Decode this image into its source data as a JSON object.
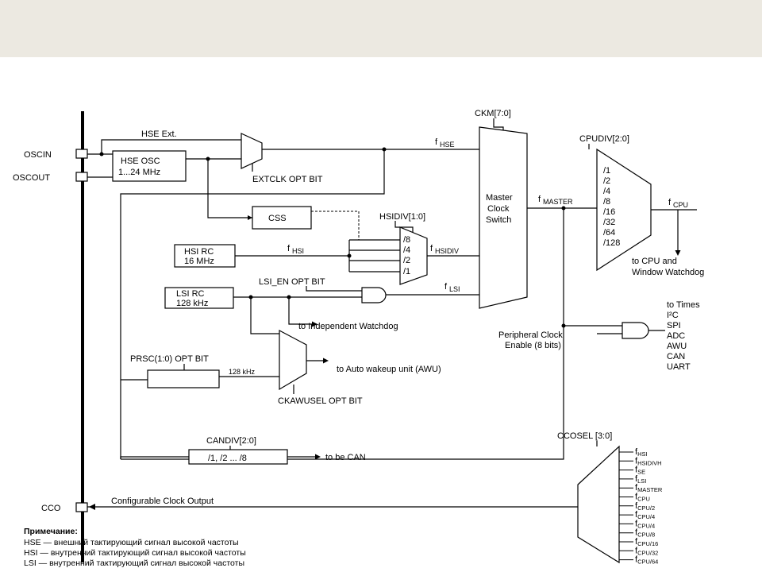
{
  "header": {
    "background": "#ece9e1"
  },
  "pins": {
    "oscin": "OSCIN",
    "oscout": "OSCOUT",
    "cco": "CCO"
  },
  "hse": {
    "ext": "HSE Ext.",
    "osc_line1": "HSE OSC",
    "osc_line2": "1...24 MHz",
    "extclk_opt": "EXTCLK OPT BIT",
    "f_main": "f",
    "f_sub": "HSE"
  },
  "css": "CSS",
  "hsi": {
    "rc_line1": "HSI RC",
    "rc_line2": "16 MHz",
    "f_main": "f",
    "f_sub": "HSI",
    "hsidiv_label": "HSIDIV[1:0]",
    "div_options": [
      "/8",
      "/4",
      "/2",
      "/1"
    ],
    "fdiv_main": "f",
    "fdiv_sub": "HSIDIV"
  },
  "lsi": {
    "rc_line1": "LSI RC",
    "rc_line2": "128 kHz",
    "en_opt": "LSI_EN OPT BIT",
    "f_main": "f",
    "f_sub": "LSI",
    "to_iwdg": "to Independent Watchdog"
  },
  "ckm": {
    "label": "CKM[7:0]",
    "switch_line1": "Master",
    "switch_line2": "Clock",
    "switch_line3": "Switch",
    "fmaster_main": "f",
    "fmaster_sub": "MASTER"
  },
  "cpudiv": {
    "label": "CPUDIV[2:0]",
    "options": [
      "/1",
      "/2",
      "/4",
      "/8",
      "/16",
      "/32",
      "/64",
      "/128"
    ],
    "fcpu_main": "f",
    "fcpu_sub": "CPU",
    "dest_line1": "to CPU and",
    "dest_line2": "Window Watchdog"
  },
  "peripheral": {
    "enable_line1": "Peripheral Clock",
    "enable_line2": "Enable (8 bits)",
    "targets": [
      "to Times",
      "I²C",
      "SPI",
      "ADC",
      "AWU",
      "CAN",
      "UART"
    ]
  },
  "prsc": {
    "label": "PRSC(1:0) OPT BIT",
    "freq": "128 kHz",
    "to_awu": "to Auto wakeup unit (AWU)",
    "ckawusel": "CKAWUSEL OPT BIT"
  },
  "candiv": {
    "label": "CANDIV[2:0]",
    "box": "/1, /2 ... /8",
    "dest": "to be CAN"
  },
  "cco": {
    "label": "Configurable Clock Output",
    "ccosel": "CCOSEL [3:0]",
    "inputs": [
      {
        "main": "f",
        "sub": "HSI"
      },
      {
        "main": "f",
        "sub": "HSIDIVH"
      },
      {
        "main": "f",
        "sub": "SE"
      },
      {
        "main": "f",
        "sub": "LSI"
      },
      {
        "main": "f",
        "sub": "MASTER"
      },
      {
        "main": "f",
        "sub": "CPU"
      },
      {
        "main": "f",
        "sub": "CPU/2"
      },
      {
        "main": "f",
        "sub": "CPU/4"
      },
      {
        "main": "f",
        "sub": "CPU/4"
      },
      {
        "main": "f",
        "sub": "CPU/8"
      },
      {
        "main": "f",
        "sub": "CPU/16"
      },
      {
        "main": "f",
        "sub": "CPU/32"
      },
      {
        "main": "f",
        "sub": "CPU/64"
      }
    ]
  },
  "note": {
    "title": "Примечание:",
    "lines": [
      "HSE — внешний тактирующий сигнал высокой частоты",
      "HSI — внутренний тактирующий сигнал высокой частоты",
      "LSI — внутренний тактирующий сигнал высокой частоты"
    ]
  }
}
